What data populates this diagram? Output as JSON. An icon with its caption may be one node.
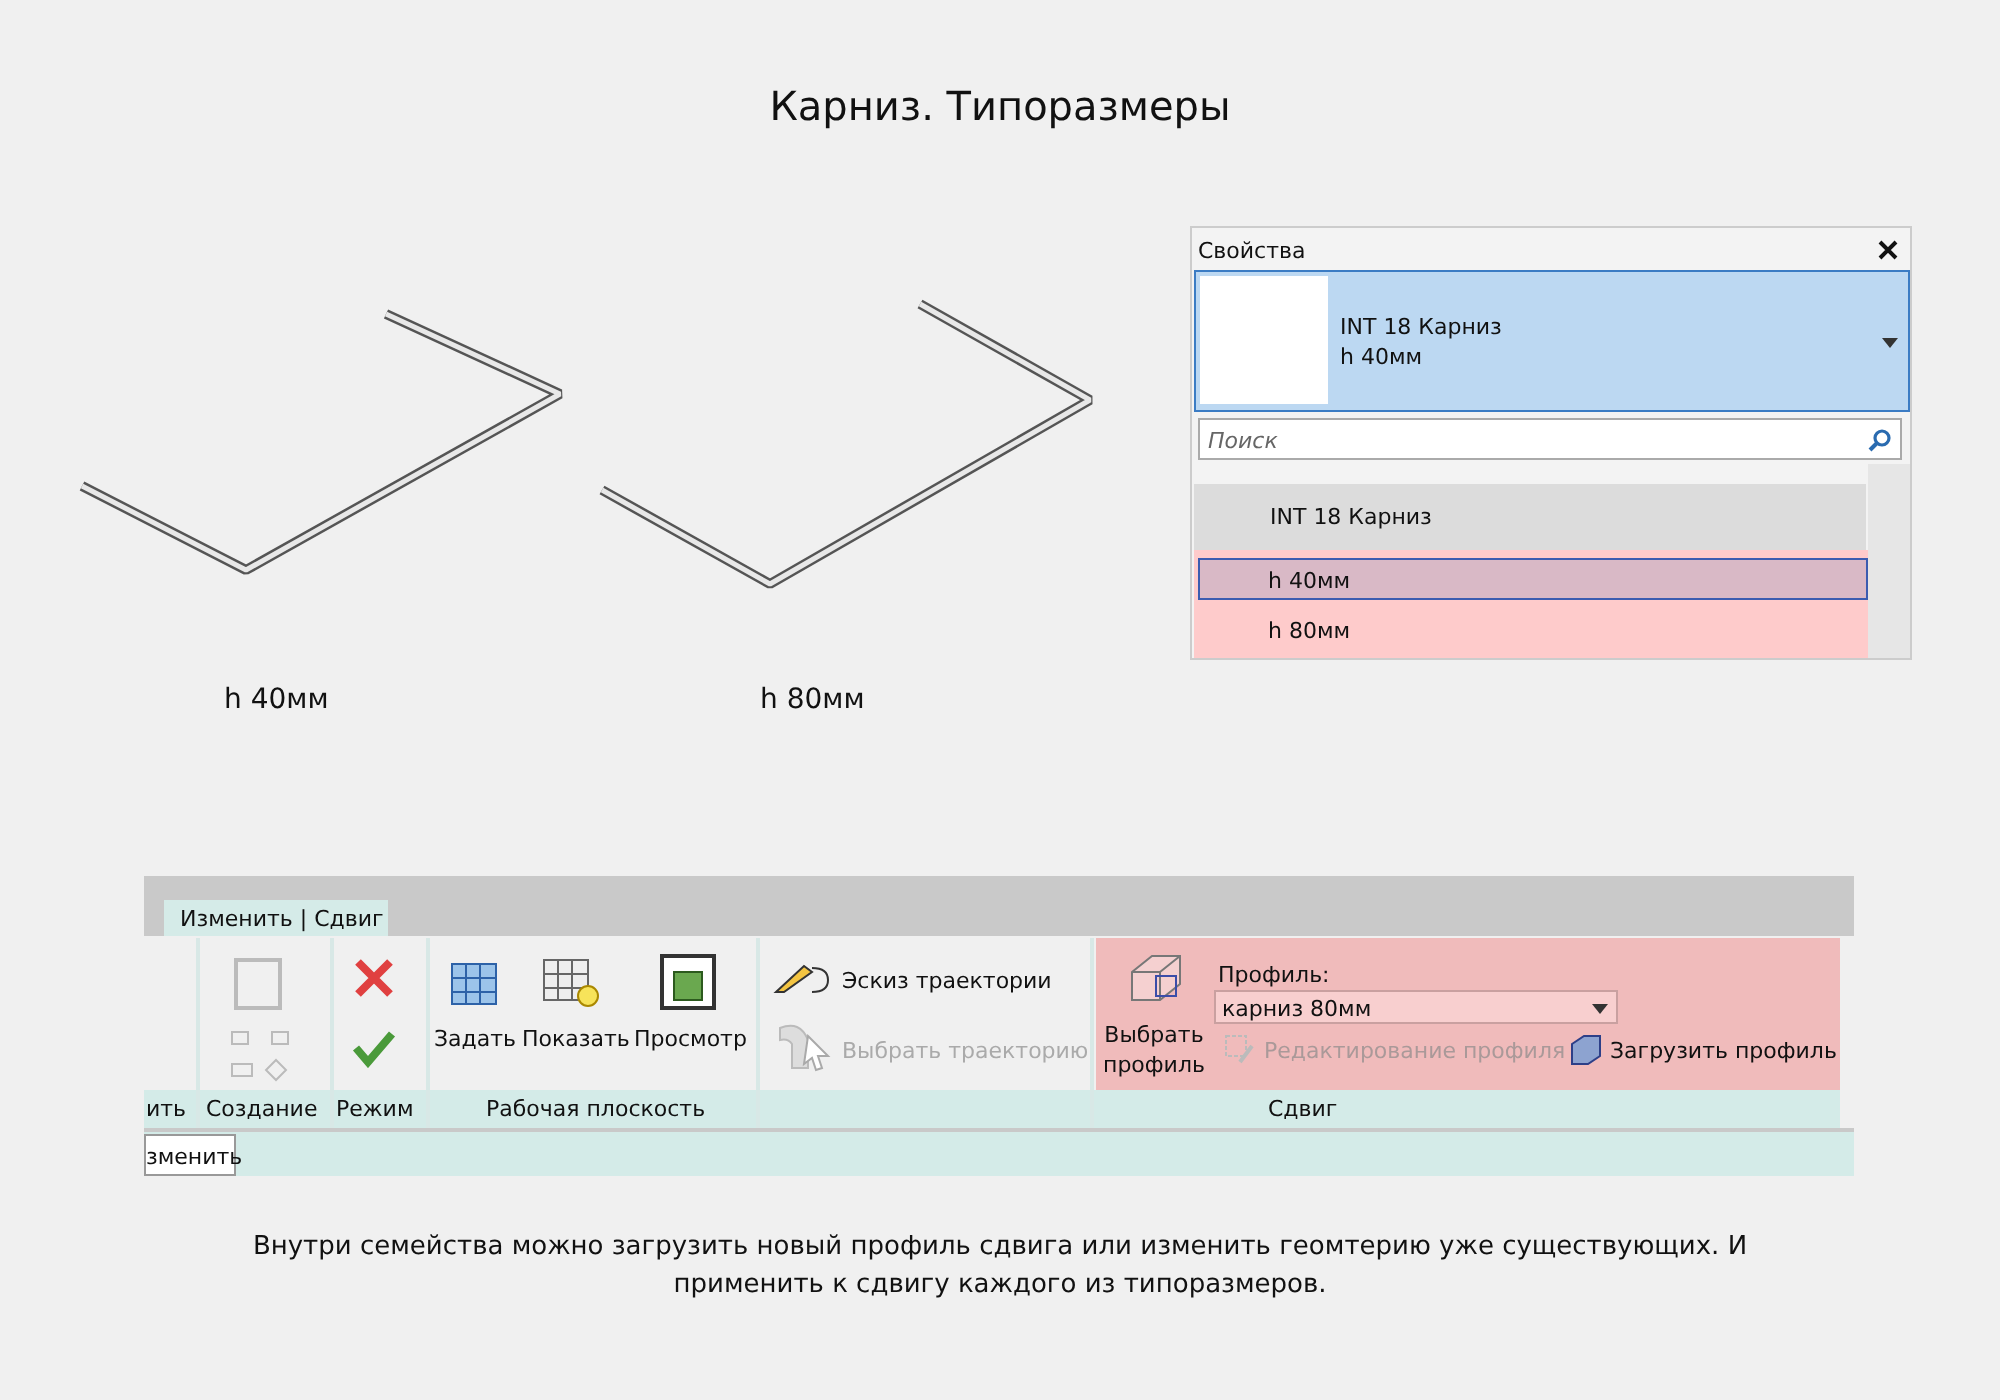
{
  "diagram": {
    "title": "Карниз. Типоразмеры",
    "caption": "Внутри семейства можно загрузить новый профиль сдвига или изменить геомтерию уже существующих. И применить к сдвигу каждого из типоразмеров.",
    "labels": [
      "h 40мм",
      "h 80мм",
      "Свойства",
      "INT 18 Карниз",
      "h 40мм",
      "Поиск",
      "INT 18 Карниз",
      "h 40мм",
      "h 80мм",
      "Изменить | Сдвиг",
      "Задать",
      "Показать",
      "Просмотр",
      "Эскиз траектории",
      "Выбрать траекторию",
      "Выбрать профиль",
      "Профиль:",
      "карниз 80мм",
      "Редактирование профиля",
      "Загрузить профиль",
      "ить",
      "Создание",
      "Режим",
      "Рабочая плоскость",
      "Сдвиг",
      "зменить"
    ]
  }
}
